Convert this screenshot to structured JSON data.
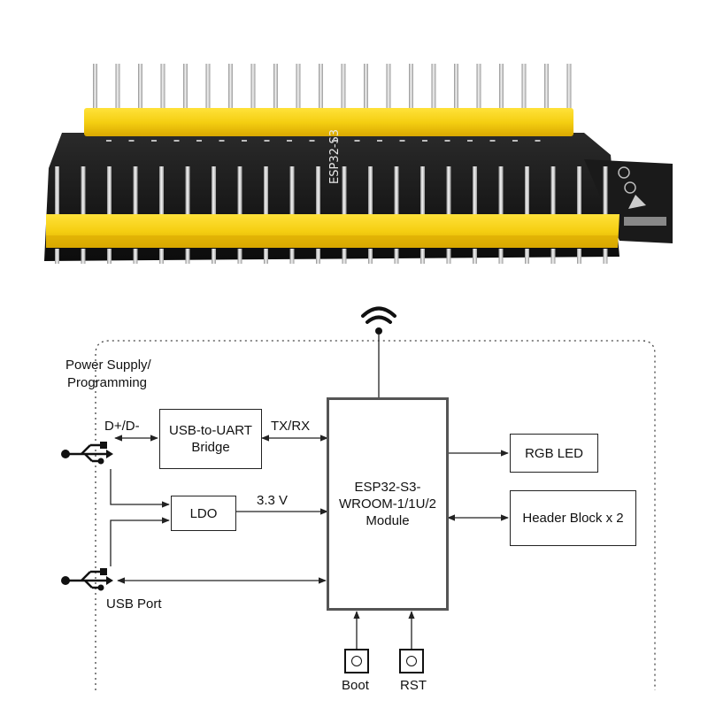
{
  "photo": {
    "board_silk": "ESP32-S3"
  },
  "diagram": {
    "power_caption_line1": "Power Supply/",
    "power_caption_line2": "Programming",
    "dplus_dminus": "D+/D-",
    "usb_uart": [
      "USB-to-UART",
      "Bridge"
    ],
    "txrx": "TX/RX",
    "ldo": "LDO",
    "v33": "3.3 V",
    "module": [
      "ESP32-S3-",
      "WROOM-1/1U/2",
      "Module"
    ],
    "rgb_led": "RGB LED",
    "header_block": "Header Block x 2",
    "usb_port": "USB Port",
    "boot": "Boot",
    "rst": "RST"
  },
  "icons": [
    "wifi-icon",
    "usb-icon",
    "boot-button-icon",
    "rst-button-icon"
  ]
}
